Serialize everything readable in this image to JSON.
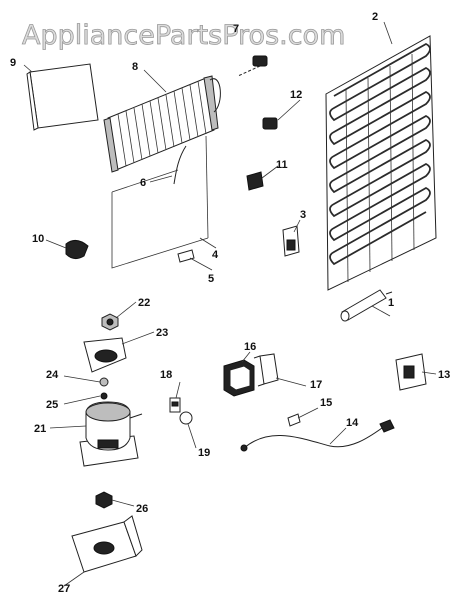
{
  "watermark": "AppliancePartsPros.com",
  "callouts": [
    "1",
    "2",
    "3",
    "4",
    "5",
    "6",
    "7",
    "8",
    "9",
    "10",
    "11",
    "12",
    "13",
    "14",
    "15",
    "16",
    "17",
    "18",
    "19",
    "21",
    "22",
    "23",
    "24",
    "25",
    "26",
    "27"
  ],
  "icons": [
    "condenser-coil-icon",
    "evaporator-icon",
    "compressor-icon",
    "drier-icon",
    "relay-icon",
    "overload-icon",
    "power-cord-icon",
    "mounting-bracket-icon",
    "clip-icon",
    "grommet-icon"
  ]
}
